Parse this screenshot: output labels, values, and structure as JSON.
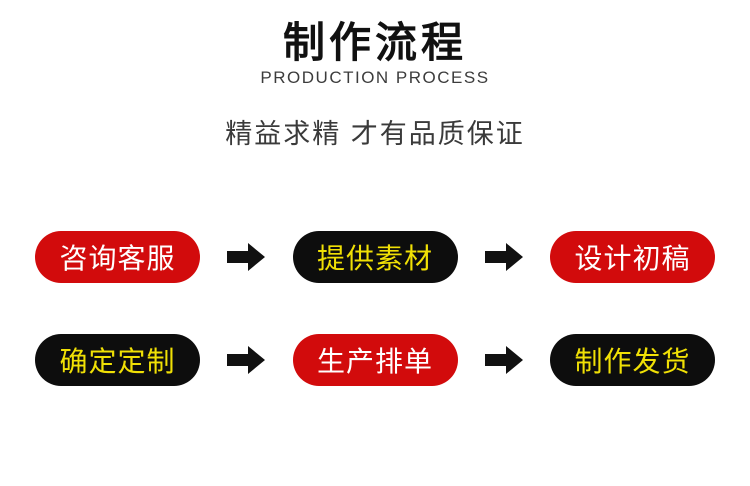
{
  "header": {
    "title": "制作流程",
    "subtitle": "PRODUCTION PROCESS",
    "tagline": "精益求精 才有品质保证"
  },
  "colors": {
    "red": "#d20b0c",
    "black": "#0d0d0d",
    "yellow": "#f0e005",
    "white": "#ffffff",
    "arrow": "#111111",
    "title_text": "#111111",
    "subtitle_text": "#3c3c3c",
    "background": "#ffffff"
  },
  "flow": {
    "arrow_icon": "right-arrow",
    "rows": [
      {
        "steps": [
          {
            "label": "咨询客服",
            "style": "red"
          },
          {
            "label": "提供素材",
            "style": "dark"
          },
          {
            "label": "设计初稿",
            "style": "red"
          }
        ]
      },
      {
        "steps": [
          {
            "label": "确定定制",
            "style": "dark"
          },
          {
            "label": "生产排单",
            "style": "red"
          },
          {
            "label": "制作发货",
            "style": "dark"
          }
        ]
      }
    ]
  }
}
